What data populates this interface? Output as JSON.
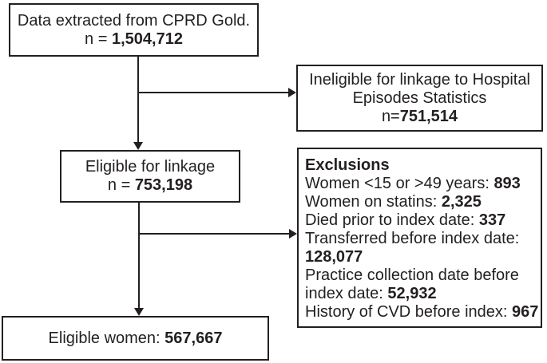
{
  "figure": {
    "type": "study-flow-diagram",
    "colors": {
      "ink": "#231f20",
      "background": "#ffffff"
    },
    "nodes": {
      "source": {
        "lines": [
          [
            {
              "t": "Data extracted from CPRD Gold."
            }
          ],
          [
            {
              "t": "n = "
            },
            {
              "t": "1,504,712",
              "b": true
            }
          ]
        ]
      },
      "ineligible": {
        "lines": [
          [
            {
              "t": "Ineligible for linkage to Hospital"
            }
          ],
          [
            {
              "t": "Episodes Statistics"
            }
          ],
          [
            {
              "t": "n="
            },
            {
              "t": "751,514",
              "b": true
            }
          ]
        ]
      },
      "eligible_linkage": {
        "lines": [
          [
            {
              "t": "Eligible for linkage"
            }
          ],
          [
            {
              "t": "n = "
            },
            {
              "t": "753,198",
              "b": true
            }
          ]
        ]
      },
      "exclusions": {
        "lines": [
          [
            {
              "t": "Exclusions",
              "b": true
            }
          ],
          [
            {
              "t": "Women <15 or >49 years: "
            },
            {
              "t": "893",
              "b": true
            }
          ],
          [
            {
              "t": "Women on statins: "
            },
            {
              "t": "2,325",
              "b": true
            }
          ],
          [
            {
              "t": "Died prior to index date: "
            },
            {
              "t": "337",
              "b": true
            }
          ],
          [
            {
              "t": "Transferred before index date:"
            }
          ],
          [
            {
              "t": "128,077",
              "b": true
            }
          ],
          [
            {
              "t": "Practice collection date before"
            }
          ],
          [
            {
              "t": "index date: "
            },
            {
              "t": "52,932",
              "b": true
            }
          ],
          [
            {
              "t": "History of CVD before index: "
            },
            {
              "t": "967",
              "b": true
            }
          ]
        ]
      },
      "eligible_women": {
        "lines": [
          [
            {
              "t": "Eligible women: "
            },
            {
              "t": "567,667",
              "b": true
            }
          ]
        ]
      }
    }
  }
}
